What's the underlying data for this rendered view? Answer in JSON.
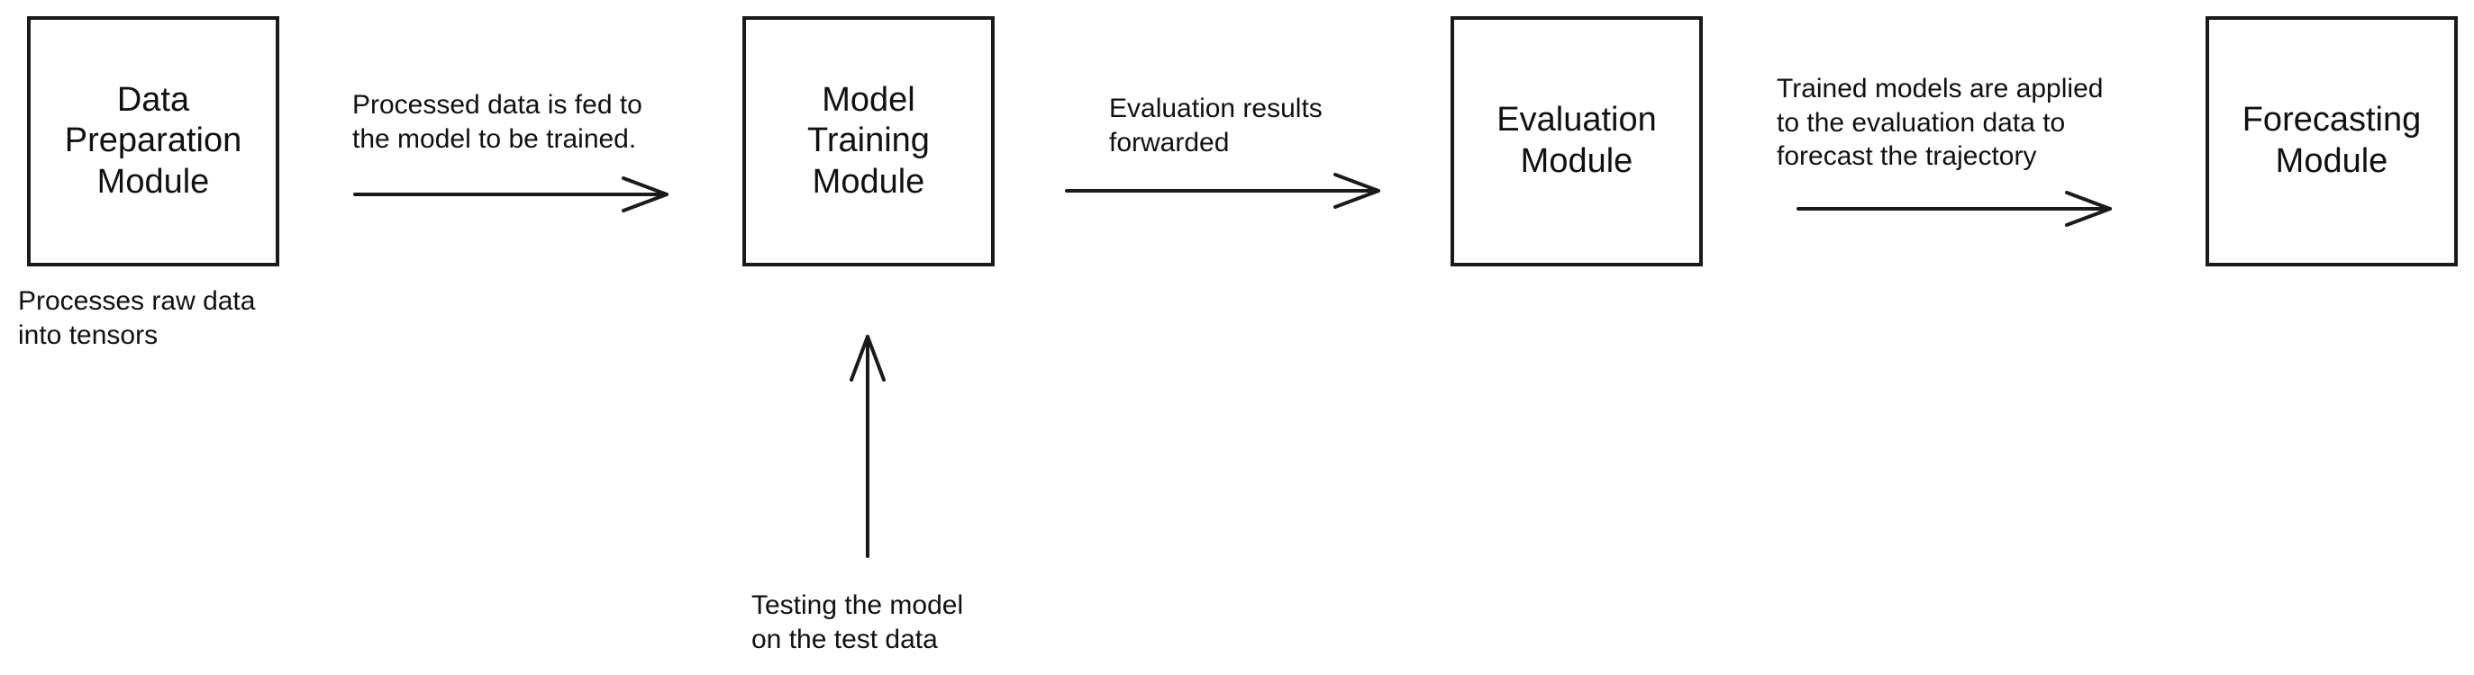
{
  "modules": {
    "data_preparation": "Data\nPreparation\nModule",
    "model_training": "Model\nTraining\nModule",
    "evaluation": "Evaluation\nModule",
    "forecasting": "Forecasting\nModule"
  },
  "annotations": {
    "raw_data": "Processes raw data\ninto tensors",
    "fed_to_model": "Processed data is fed to\nthe model to be trained.",
    "testing": "Testing the model\non the test data",
    "eval_forwarded": "Evaluation results\nforwarded",
    "trained_applied": "Trained models are applied\nto the evaluation data to\nforecast the trajectory"
  },
  "colors": {
    "stroke": "#1a1a1a",
    "text": "#111111",
    "background": "#ffffff"
  }
}
